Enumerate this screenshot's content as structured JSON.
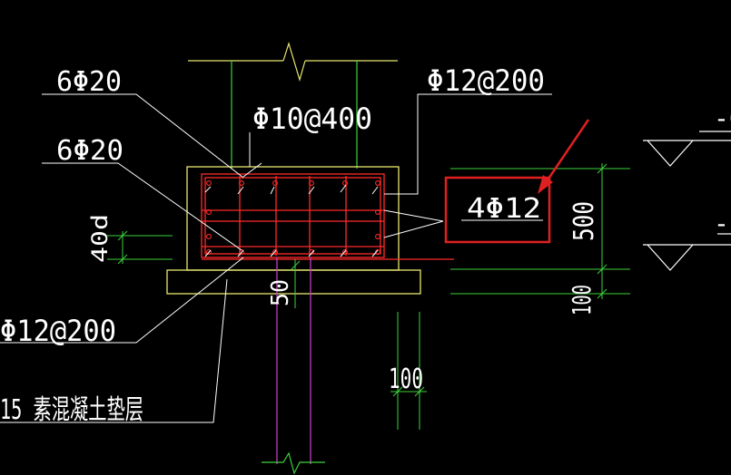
{
  "labels": {
    "top_left_rebar": "6Φ20",
    "bottom_left_rebar": "6Φ20",
    "stirrup_top_right": "Φ12@200",
    "middle_stirrup": "Φ10@400",
    "side_bars": "4Φ12",
    "left_dim": "40d",
    "dim_500": "500",
    "dim_100_right": "100",
    "dim_50": "50",
    "dim_100_bottom": "100",
    "bottom_left_stirrup": "Φ12@200",
    "bedding": "15 素混凝土垫层"
  },
  "colors": {
    "background": "#000000",
    "outline_yellow": "#e8e870",
    "rebar_red": "#ff2a2a",
    "stirrup_magenta": "#c03cc0",
    "dimension_green": "#3cd23c",
    "annotation_white": "#ffffff",
    "highlight_red": "#e02020"
  }
}
